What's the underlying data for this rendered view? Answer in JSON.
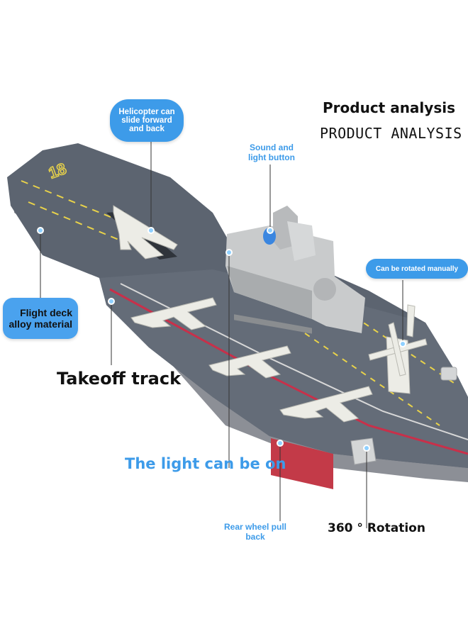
{
  "header": {
    "title": "Product analysis",
    "subtitle": "PRODUCT ANALYSIS"
  },
  "callouts": {
    "helicopter": "Helicopter can slide forward and back",
    "sound_light": "Sound and light button",
    "rotated": "Can be rotated manually",
    "flight_deck": "Flight deck alloy material",
    "takeoff": "Takeoff track",
    "light_on": "The light can be on",
    "rear_wheel": "Rear wheel pull back",
    "rotation": "360 ° Rotation"
  },
  "deck": {
    "hull_number": "18"
  },
  "colors": {
    "accent_blue": "#3d9be9",
    "deck_gray": "#5c6470",
    "marking_yellow": "#e8d24a",
    "marking_red": "#c8304a",
    "plane_white": "#ecece6"
  }
}
